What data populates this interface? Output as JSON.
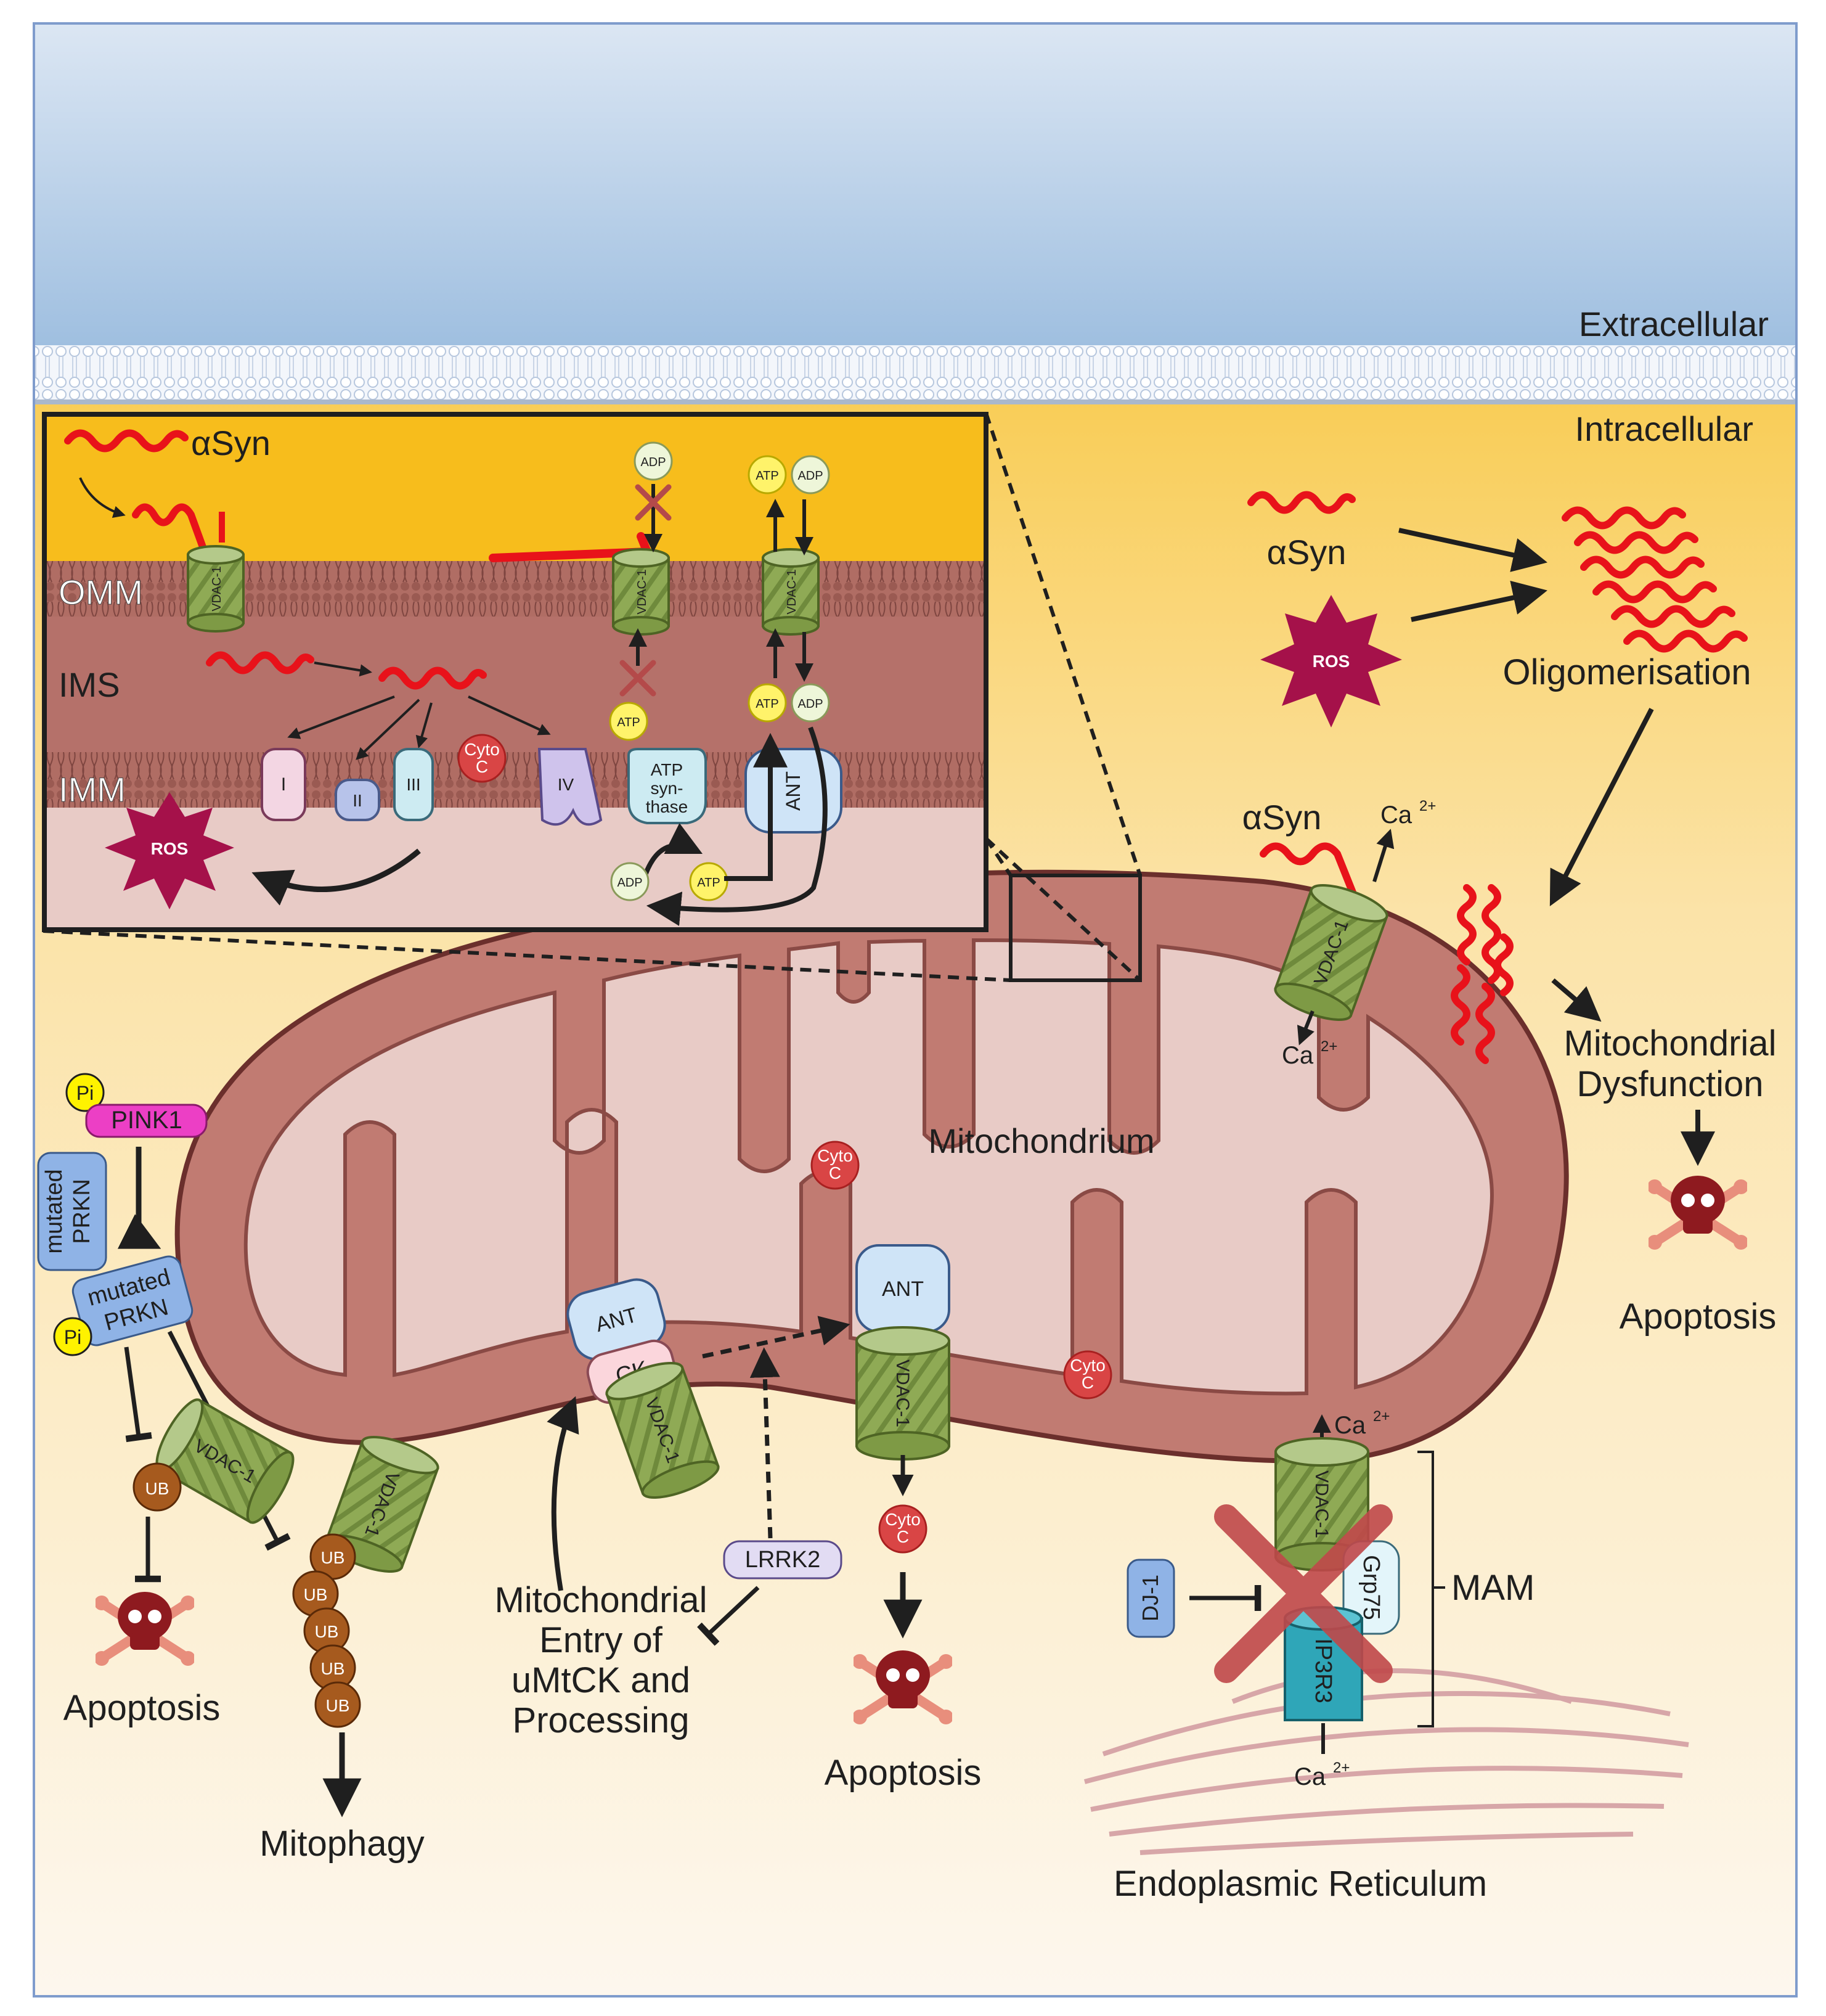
{
  "regions": {
    "extracellular": "Extracellular",
    "intracellular": "Intracellular"
  },
  "inset": {
    "asyn": "αSyn",
    "omm": "OMM",
    "ims": "IMS",
    "imm": "IMM",
    "vdac": "VDAC-1",
    "complex_1": "I",
    "complex_2": "II",
    "complex_3": "III",
    "complex_4": "IV",
    "cyto_line1": "Cyto",
    "cyto_line2": "C",
    "ros": "ROS",
    "atp_synthase_line1": "ATP",
    "atp_synthase_line2": "syn-",
    "atp_synthase_line3": "thase",
    "ant": "ANT",
    "atp": "ATP",
    "adp": "ADP"
  },
  "right_top": {
    "asyn": "αSyn",
    "ros": "ROS",
    "oligomerisation": "Oligomerisation",
    "asyn2": "αSyn",
    "ca": "Ca",
    "ca_sup": "2+",
    "vdac": "VDAC-1",
    "mito_dysfunction_line1": "Mitochondrial",
    "mito_dysfunction_line2": "Dysfunction",
    "apoptosis": "Apoptosis"
  },
  "mitochondrion": {
    "label": "Mitochondrium",
    "cyto_line1": "Cyto",
    "cyto_line2": "C"
  },
  "left": {
    "pi": "Pi",
    "pink1": "PINK1",
    "mutated": "mutated",
    "prkn": "PRKN",
    "ub": "UB",
    "vdac": "VDAC-1",
    "apoptosis": "Apoptosis",
    "mitophagy": "Mitophagy"
  },
  "center": {
    "ant": "ANT",
    "ck": "CK",
    "vdac": "VDAC-1",
    "lrrk2": "LRRK2",
    "entry_line1": "Mitochondrial",
    "entry_line2": "Entry of",
    "entry_line3": "uMtCK and",
    "entry_line4": "Processing",
    "ant2": "ANT",
    "vdac2": "VDAC-1",
    "cyto_line1": "Cyto",
    "cyto_line2": "C",
    "apoptosis": "Apoptosis"
  },
  "mam": {
    "ca": "Ca",
    "ca_sup": "2+",
    "vdac": "VDAC-1",
    "grp75": "Grp75",
    "ip3r3": "IP3R3",
    "dj1": "DJ-1",
    "mam": "MAM",
    "er": "Endoplasmic Reticulum"
  },
  "colors": {
    "extracellular_top": "#dbe6f3",
    "extracellular_bottom": "#9fbfe0",
    "intracellular_top": "#f7bd1c",
    "intracellular_bottom": "#fdf7ee",
    "mito_outer": "#c17b72",
    "mito_inner": "#e8cbc6",
    "vdac_green": "#8faa55",
    "asyn_red": "#e8121a",
    "ros": "#a5114a",
    "skull": "#8e1a1f",
    "ub_brown": "#a65a1e",
    "pink1": "#ec3fc5",
    "prkn_blue": "#8fb3e6",
    "ip3r3_teal": "#2fa6b8"
  }
}
